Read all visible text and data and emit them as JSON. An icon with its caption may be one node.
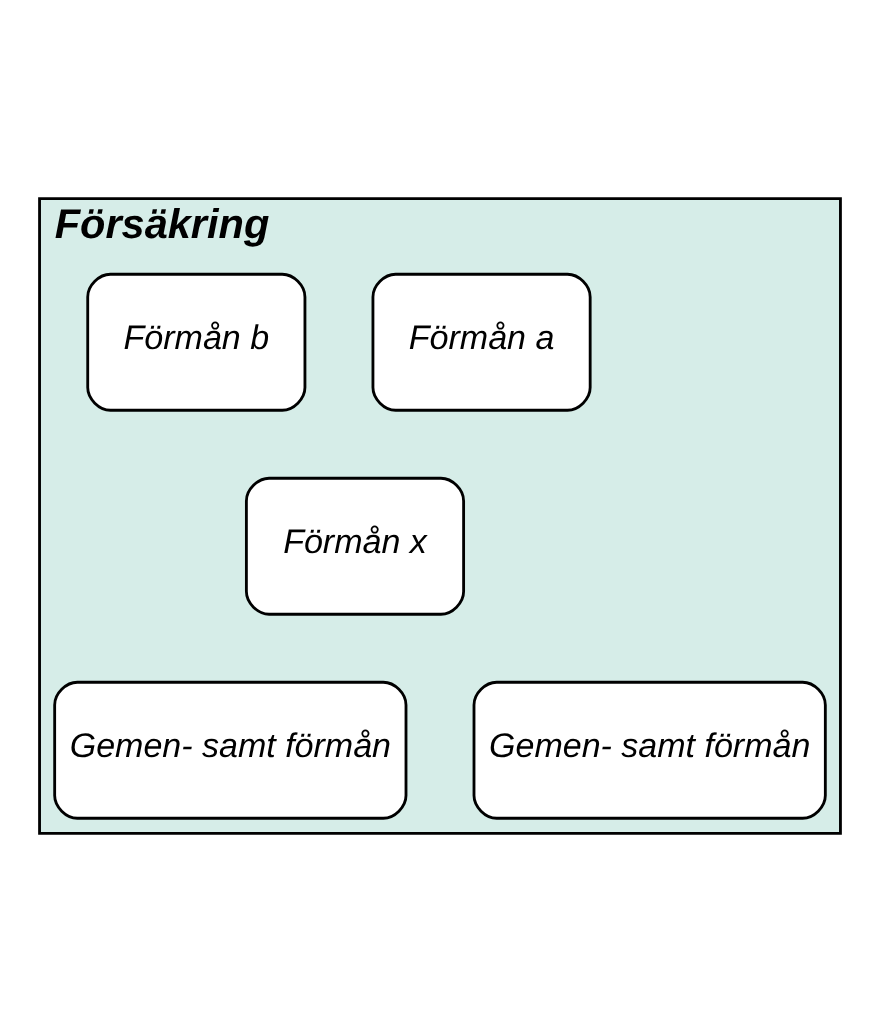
{
  "diagram": {
    "nodes": [
      {
        "text": [
          "Försäkring"
        ]
      },
      {
        "text": [
          "Förmån a"
        ],
        "in": 0
      },
      {
        "text": [
          "Förmån b"
        ],
        "in": 0
      },
      {
        "text": [
          "Förmån x"
        ],
        "in": 0
      },
      {
        "text": [
          "Gemen- samt förmån"
        ],
        "in": 0
      },
      {
        "text": [
          "Gemen- samt förmån"
        ],
        "in": 0
      }
    ]
  }
}
